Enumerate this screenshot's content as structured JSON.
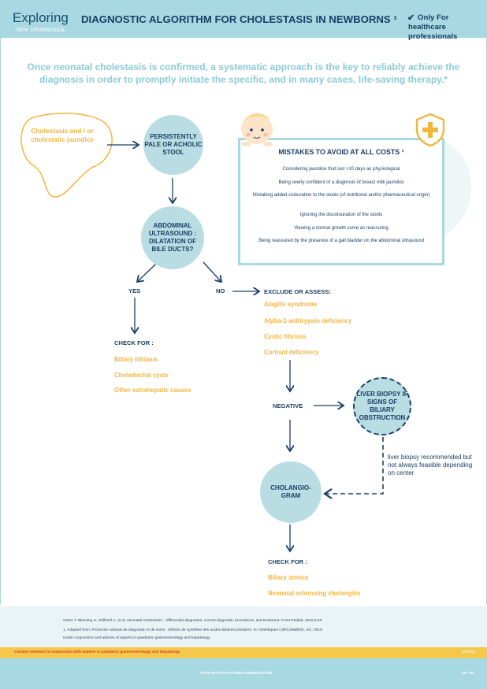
{
  "header": {
    "logo_main": "Exploring",
    "logo_sub": "rare cholestasis",
    "title": "DIAGNOSTIC ALGORITHM FOR CHOLESTASIS IN NEWBORNS ¹",
    "hcp_note": "Only For healthcare professionals",
    "colors": {
      "header_bg": "#a8d8e2",
      "navy": "#1a3f66",
      "accent_yellow": "#f2b63d"
    },
    "icons": [
      "checkmark-icon"
    ]
  },
  "intro": "Once neonatal cholestasis is confirmed, a systematic approach is the key to reliably achieve the diagnosis in order to promptly initiate the specific, and in many cases, life-saving therapy.*",
  "flow": {
    "start": "Cholestasis and / or cholestatic jaundice",
    "stool": "PERSISTENTLY PALE OR ACHOLIC STOOL",
    "ultrasound": "ABDOMINAL ULTRASOUND : DILATATION OF BILE DUCTS?",
    "yes": "YES",
    "no": "NO",
    "yes_check_title": "CHECK FOR :",
    "yes_items": [
      "Biliary lithiasis",
      "Choledochal cysts",
      "Other extrahepatic causes"
    ],
    "exclude_title": "EXCLUDE OR ASSESS:",
    "exclude_items": [
      "Alagille syndrome",
      "Alpha-1-antitrypsin deficiency",
      "Cystic fibrosis",
      "Cortisol deficiency"
    ],
    "negative": "NEGATIVE",
    "biopsy": "LIVER BIOPSY IF SIGNS OF BILIARY OBSTRUCTION",
    "biopsy_note": "liver biopsy recommended but not always feasible depending on center",
    "cholangiogram": "CHOLANGIO-GRAM",
    "final_check_title": "CHECK FOR :",
    "final_items": [
      "Biliary atresia",
      "Neonatal sclerosing cholangitis"
    ]
  },
  "mistakes": {
    "title": "MISTAKES TO AVOID AT ALL COSTS ¹",
    "items": [
      "Considering jaundice that last >10 days as physiological",
      "Being overly confident of a diagnosis of breast milk jaundice",
      "Mistaking added colouration to the stools (of nutritional and/or pharmaceutical origin)",
      "Ignoring the discolouration of the stools",
      "Viewing a normal growth curve as reassuring",
      "Being reassured by the presence of a gall bladder on the abdominal ultrasound"
    ],
    "icons": [
      "baby-illustration-icon",
      "shield-cross-icon"
    ]
  },
  "references": [
    "Götze T, Blessing H, Grillhösl C, et al. Neonatal cholestasis – differential diagnoses, current diagnostic procedures, and treatment. Front Pediatr. 2015;3:43.",
    "1. Adapted from: Protocole national de diagnostic et de soins : Déficits de synthèse des acides biliaires primaires. In: Génétiques CdRCdMdRdC, ed.; 2015.",
    "Under conjunction and advices of experts in paediatric gastroenterology and hepatology"
  ],
  "footer": {
    "reviewed": "Content reviewed in conjunction with experts in paediatric gastroenterology and hepatology",
    "date": "09/2021",
    "code": "CTRS-INSTIT-PLATEDIC-DN020/20/07/25",
    "page": "01 / 09"
  }
}
